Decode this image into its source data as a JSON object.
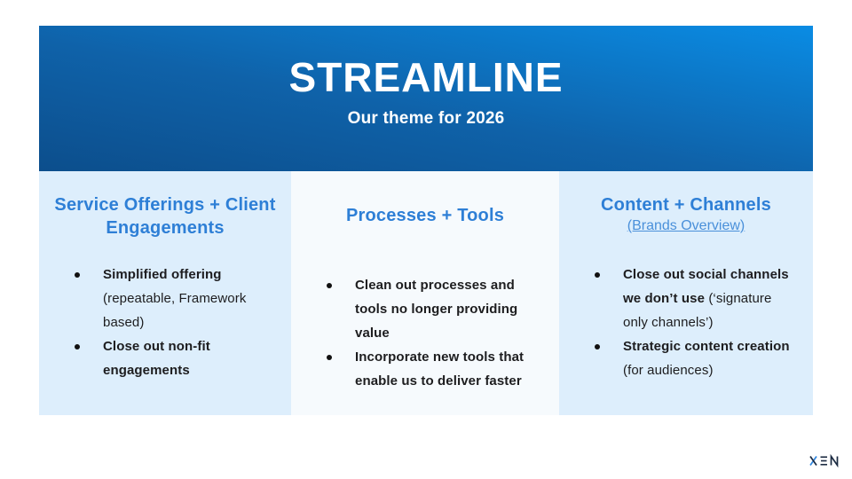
{
  "header": {
    "title": "STREAMLINE",
    "subtitle": "Our theme for 2026"
  },
  "columns": [
    {
      "heading": "Service Offerings + Client Engagements",
      "bullets": [
        {
          "emphasis": "Simplified offering",
          "detail": " (repeatable, Framework based)"
        },
        {
          "emphasis": "Close out non-fit engagements",
          "detail": ""
        }
      ]
    },
    {
      "heading": "Processes + Tools",
      "bullets": [
        {
          "emphasis": "Clean out processes and tools no longer providing value",
          "detail": ""
        },
        {
          "emphasis": "Incorporate new tools that enable us to deliver faster",
          "detail": ""
        }
      ]
    },
    {
      "heading": "Content + Channels",
      "link": "(Brands Overview)",
      "bullets": [
        {
          "emphasis": "Close out social channels we don’t use",
          "detail": " (‘signature only channels’)"
        },
        {
          "emphasis": "Strategic content creation",
          "detail": " (for audiences)"
        }
      ]
    }
  ],
  "logo": {
    "text": "XEN"
  },
  "colors": {
    "header_gradient_start": "#0c4e8c",
    "header_gradient_end": "#0a8ce4",
    "panel_light_blue": "#ddeefc",
    "panel_near_white": "#f6fafd",
    "heading_blue": "#2e7fd6",
    "link_blue": "#4a90da",
    "body_text": "#1d1d1f",
    "logo_navy": "#1b2a41",
    "logo_accent": "#2e86e0"
  }
}
